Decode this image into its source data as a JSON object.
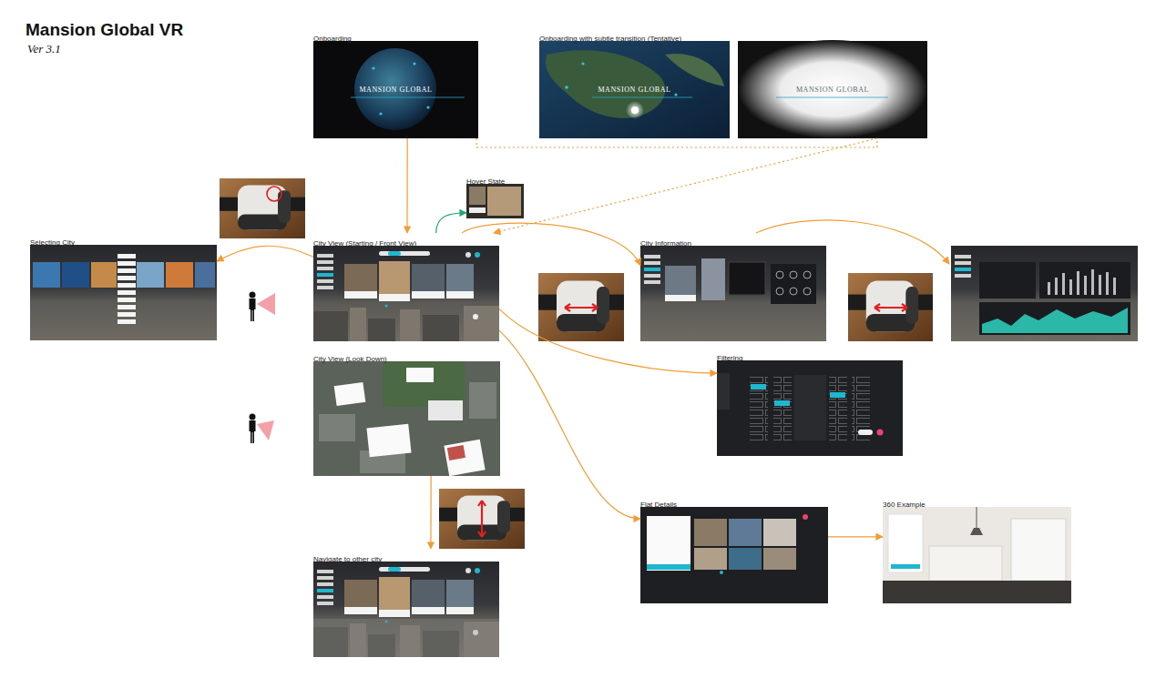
{
  "diagram": {
    "title": "Mansion Global VR",
    "nodes": [
      {
        "text": [
          "Onboarding",
          "MANSION GLOBAL"
        ]
      },
      {
        "text": [
          "Onboarding with subtle transition (Tentative)",
          "MANSION GLOBAL"
        ]
      },
      {
        "text": [
          "MANSION GLOBAL"
        ]
      },
      {
        "text": [
          "Hover State"
        ]
      },
      {
        "text": [
          "Selecting City"
        ]
      },
      {
        "text": [
          "City View (Starting / Front View)"
        ]
      },
      {
        "text": [
          "City Information"
        ]
      },
      {
        "text": [
          "City View (Look Down)"
        ]
      },
      {
        "text": [
          "Filtering"
        ]
      },
      {
        "text": [
          "Flat Details"
        ]
      },
      {
        "text": [
          "360 Example"
        ]
      },
      {
        "text": [
          "Navigate to other city"
        ]
      }
    ],
    "edges": [
      {
        "from": 0,
        "to": 5,
        "arrow": "to"
      },
      {
        "from": 0,
        "to": 2,
        "arrow": "none"
      },
      {
        "from": 2,
        "to": 5,
        "arrow": "to"
      },
      {
        "from": 5,
        "to": 3,
        "arrow": "to"
      },
      {
        "from": 5,
        "to": 4,
        "arrow": "to"
      },
      {
        "from": 5,
        "to": 6,
        "arrow": "to"
      },
      {
        "from": 5,
        "to": 8,
        "arrow": "to"
      },
      {
        "from": 5,
        "to": 9,
        "arrow": "to"
      },
      {
        "from": 7,
        "to": 11,
        "arrow": "to"
      },
      {
        "from": 9,
        "to": 10,
        "arrow": "to"
      }
    ],
    "labels": [
      "Ver 3.1"
    ]
  }
}
